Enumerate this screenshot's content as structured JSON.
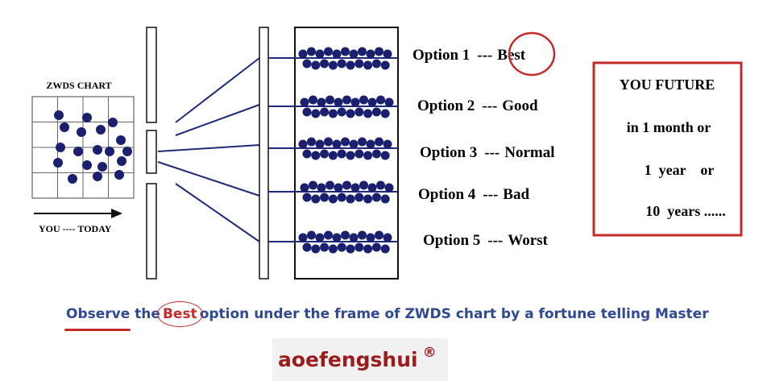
{
  "chart_label": "ZWDS CHART",
  "timeline_label": "YOU  ---- TODAY",
  "options": [
    {
      "name": "Option 1",
      "sep": "---",
      "rating": "Best"
    },
    {
      "name": "Option 2",
      "sep": "---",
      "rating": "Good"
    },
    {
      "name": "Option 3",
      "sep": "---",
      "rating": "Normal"
    },
    {
      "name": "Option 4",
      "sep": "---",
      "rating": "Bad"
    },
    {
      "name": "Option 5",
      "sep": "---",
      "rating": "Worst"
    }
  ],
  "future_box": {
    "line1": "YOU FUTURE",
    "line2": "in 1 month or",
    "line3": "1  year    or",
    "line4": "10  years ......"
  },
  "caption": {
    "before": "Observe the",
    "highlight": "Best",
    "after": "option under the frame of ZWDS chart by a fortune telling Master"
  },
  "brand": {
    "name": "aoefengshui",
    "mark": "®"
  },
  "colors": {
    "dot": "#1a1f6e",
    "line": "#1f2a7a",
    "accent_red": "#c42a2a",
    "caption_blue": "#2f4a93",
    "brand_red": "#9b1c1c"
  }
}
